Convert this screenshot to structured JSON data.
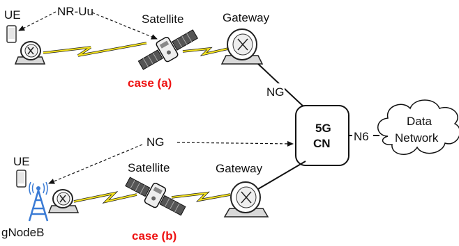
{
  "labels": {
    "ue_top": "UE",
    "nr_uu": "NR-Uu",
    "satellite_top": "Satellite",
    "gateway_top": "Gateway",
    "case_a": "case (a)",
    "ng_top": "NG",
    "cn_line1": "5G",
    "cn_line2": "CN",
    "n6": "N6",
    "data_line1": "Data",
    "data_line2": "Network",
    "ng_mid": "NG",
    "ue_bottom": "UE",
    "satellite_bottom": "Satellite",
    "gateway_bottom": "Gateway",
    "gnodeb": "gNodeB",
    "case_b": "case (b)"
  },
  "colors": {
    "feeder_link": "#f4e21a",
    "case_label": "#e11111",
    "antenna_base": "#d9d9d9",
    "line": "#111111"
  }
}
